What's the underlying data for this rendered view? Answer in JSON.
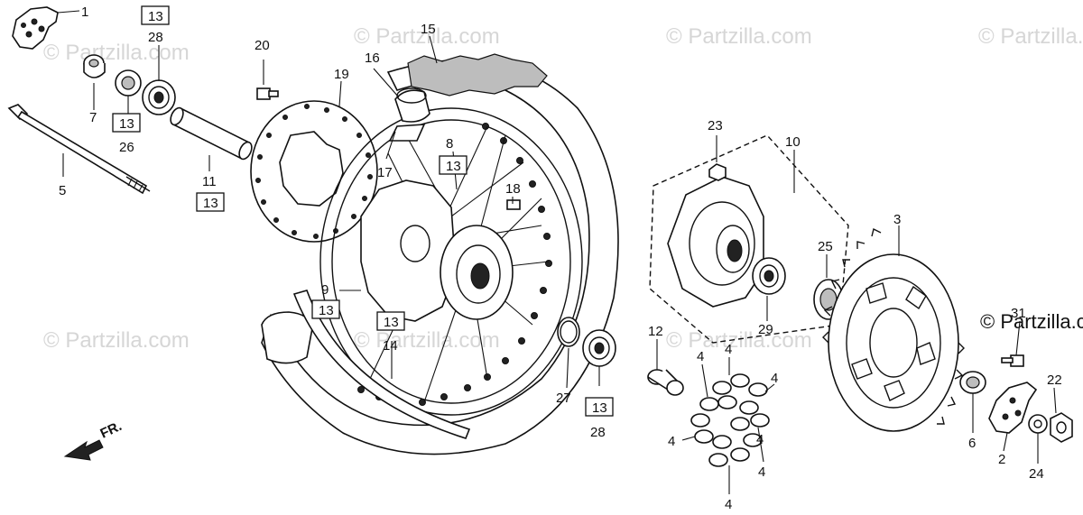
{
  "diagram": {
    "watermark_text": "© Partzilla.com",
    "direction_label": "FR.",
    "callouts": [
      {
        "id": "c1",
        "text": "1"
      },
      {
        "id": "c13a",
        "text": "13",
        "boxed": true
      },
      {
        "id": "c28a",
        "text": "28"
      },
      {
        "id": "c20",
        "text": "20"
      },
      {
        "id": "c15",
        "text": "15"
      },
      {
        "id": "c16",
        "text": "16"
      },
      {
        "id": "c19",
        "text": "19"
      },
      {
        "id": "c7",
        "text": "7"
      },
      {
        "id": "c13b",
        "text": "13",
        "boxed": true
      },
      {
        "id": "c26",
        "text": "26"
      },
      {
        "id": "c5",
        "text": "5"
      },
      {
        "id": "c11",
        "text": "11"
      },
      {
        "id": "c13c",
        "text": "13",
        "boxed": true
      },
      {
        "id": "c8",
        "text": "8"
      },
      {
        "id": "c13d",
        "text": "13",
        "boxed": true
      },
      {
        "id": "c17",
        "text": "17"
      },
      {
        "id": "c18",
        "text": "18"
      },
      {
        "id": "c9",
        "text": "9"
      },
      {
        "id": "c13e",
        "text": "13",
        "boxed": true
      },
      {
        "id": "c13f",
        "text": "13",
        "boxed": true
      },
      {
        "id": "c14",
        "text": "14"
      },
      {
        "id": "c27",
        "text": "27"
      },
      {
        "id": "c13g",
        "text": "13",
        "boxed": true
      },
      {
        "id": "c28b",
        "text": "28"
      },
      {
        "id": "c23",
        "text": "23"
      },
      {
        "id": "c10",
        "text": "10"
      },
      {
        "id": "c3",
        "text": "3"
      },
      {
        "id": "c25",
        "text": "25"
      },
      {
        "id": "c29",
        "text": "29"
      },
      {
        "id": "c12",
        "text": "12"
      },
      {
        "id": "c4a",
        "text": "4"
      },
      {
        "id": "c4b",
        "text": "4"
      },
      {
        "id": "c4c",
        "text": "4"
      },
      {
        "id": "c4d",
        "text": "4"
      },
      {
        "id": "c4e",
        "text": "4"
      },
      {
        "id": "c4f",
        "text": "4"
      },
      {
        "id": "c4g",
        "text": "4"
      },
      {
        "id": "c31",
        "text": "31"
      },
      {
        "id": "c22",
        "text": "22"
      },
      {
        "id": "c6",
        "text": "6"
      },
      {
        "id": "c2",
        "text": "2"
      },
      {
        "id": "c24",
        "text": "24"
      }
    ]
  }
}
